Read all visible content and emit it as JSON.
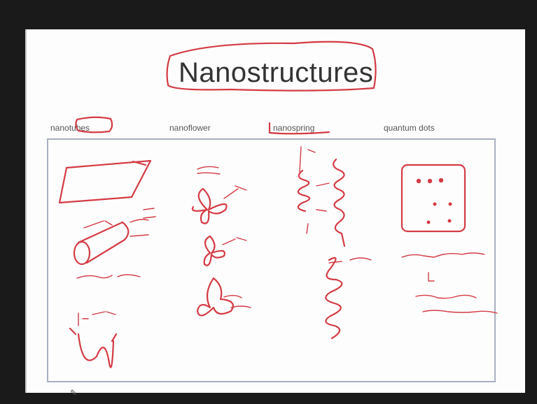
{
  "slide": {
    "title": "Nanostructures",
    "columns": [
      {
        "label": "nanotubes"
      },
      {
        "label": "nanoflower"
      },
      {
        "label": "nanospring"
      },
      {
        "label": "quantum dots"
      }
    ]
  },
  "colors": {
    "ink": "#d43b44",
    "frame": "#a9afc2",
    "slide_bg": "#fdfdfd"
  }
}
